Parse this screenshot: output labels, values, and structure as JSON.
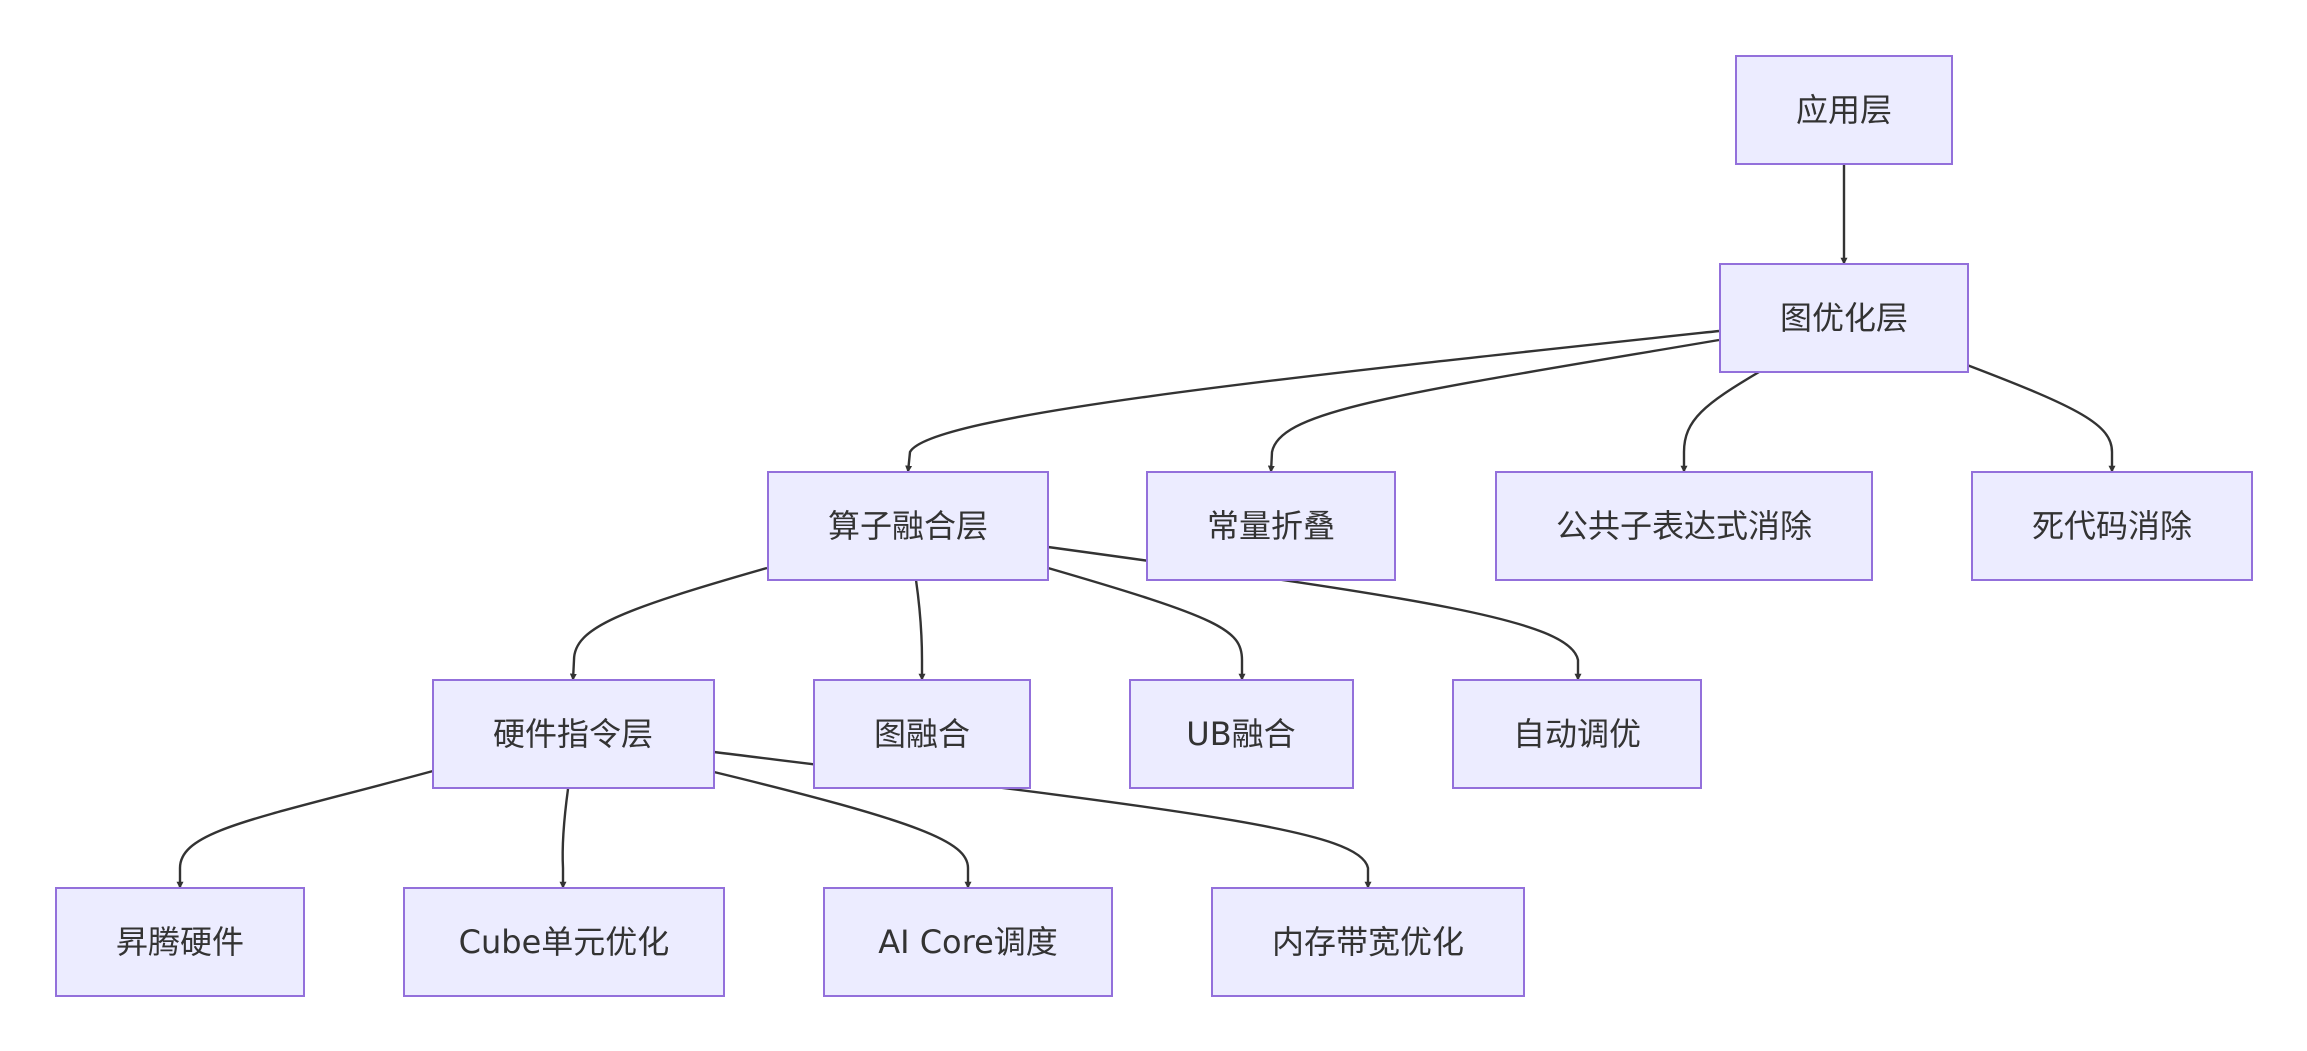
{
  "diagram": {
    "type": "flowchart",
    "colors": {
      "node_fill": "#ECECFF",
      "node_stroke": "#9370DB",
      "edge": "#333333",
      "text": "#333333"
    },
    "nodes": {
      "app": "应用层",
      "graph_opt": "图优化层",
      "op_fusion": "算子融合层",
      "const_fold": "常量折叠",
      "cse": "公共子表达式消除",
      "dce": "死代码消除",
      "hw_instr": "硬件指令层",
      "graph_fusion": "图融合",
      "ub_fusion": "UB融合",
      "auto_tune": "自动调优",
      "ascend_hw": "昇腾硬件",
      "cube_opt": "Cube单元优化",
      "aicore_sched": "AI Core调度",
      "mem_bw_opt": "内存带宽优化"
    },
    "edges": [
      [
        "app",
        "graph_opt"
      ],
      [
        "graph_opt",
        "op_fusion"
      ],
      [
        "graph_opt",
        "const_fold"
      ],
      [
        "graph_opt",
        "cse"
      ],
      [
        "graph_opt",
        "dce"
      ],
      [
        "op_fusion",
        "hw_instr"
      ],
      [
        "op_fusion",
        "graph_fusion"
      ],
      [
        "op_fusion",
        "ub_fusion"
      ],
      [
        "op_fusion",
        "auto_tune"
      ],
      [
        "hw_instr",
        "ascend_hw"
      ],
      [
        "hw_instr",
        "cube_opt"
      ],
      [
        "hw_instr",
        "aicore_sched"
      ],
      [
        "hw_instr",
        "mem_bw_opt"
      ]
    ]
  }
}
